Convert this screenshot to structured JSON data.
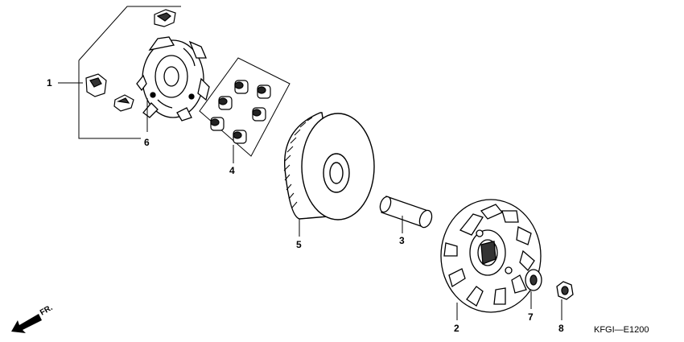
{
  "diagram": {
    "labels": {
      "l1": "1",
      "l2": "2",
      "l3": "3",
      "l4": "4",
      "l5": "5",
      "l6": "6",
      "l7": "7",
      "l8": "8"
    },
    "front_marker": "FR.",
    "drawing_code": "KFGI—E1200",
    "colors": {
      "ink": "#000000",
      "paper": "#ffffff",
      "shade": "#1a1a1a"
    }
  }
}
